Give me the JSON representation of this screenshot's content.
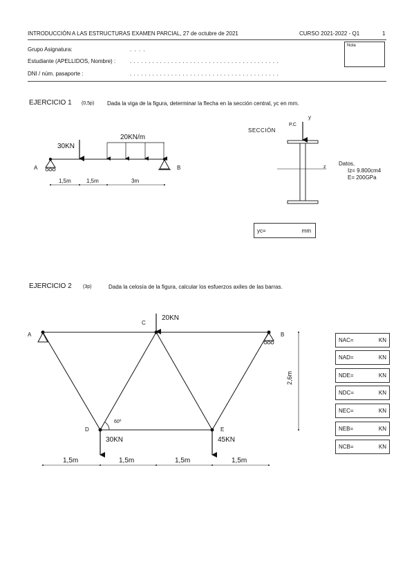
{
  "header": {
    "title": "INTRODUCCIÓN A LAS ESTRUCTURAS EXAMEN PARCIAL, 27 de octubre de 2021",
    "curso": "CURSO  2021-2022 -  Q1",
    "page": "1",
    "nota": "Nota",
    "fields": [
      {
        "label": "Grupo Asignatura:",
        "dots": ". . . ."
      },
      {
        "label": "Estudiante (APELLIDOS, Nombre) :",
        "dots": ". . . . . . . . . . . . . . . . . . . . . . . . . . . . . . . . . . . . . . . ."
      },
      {
        "label": "DNI / núm. pasaporte :",
        "dots": ". . . . . . . . . . . . . . . . . . . . . . . . . . . . . . . . . . . . . . . ."
      }
    ]
  },
  "ex1": {
    "title": "EJERCICIO 1",
    "points": "(0,5p)",
    "statement": "Dada la viga de la figura, determinar la flecha en la sección central, yc en mm.",
    "load_point": "30KN",
    "load_dist": "20KN/m",
    "support_a": "A",
    "support_b": "B",
    "dims": [
      "1,5m",
      "1,5m",
      "3m"
    ],
    "section_title": "SECCIÓN",
    "section_pc": "P.C",
    "section_y": "y",
    "section_z": "z",
    "datos_title": "Datos,",
    "datos_iz": "Iz= 9.800cm4",
    "datos_e": "E= 200GPa",
    "answer_label": "yc=",
    "answer_unit": "mm"
  },
  "ex2": {
    "title": "EJERCICIO 2",
    "points": "(3p)",
    "statement": "Dada la celosía de la figura, calcular los esfuerzos axiles de las barras.",
    "nodes": {
      "A": "A",
      "B": "B",
      "C": "C",
      "D": "D",
      "E": "E"
    },
    "load_c": "20KN",
    "load_d": "30KN",
    "load_e": "45KN",
    "angle": "60º",
    "height": "2,6m",
    "dims": [
      "1,5m",
      "1,5m",
      "1,5m",
      "1,5m"
    ],
    "answers": [
      {
        "label": "NAC=",
        "unit": "KN"
      },
      {
        "label": "NAD=",
        "unit": "KN"
      },
      {
        "label": "NDE=",
        "unit": "KN"
      },
      {
        "label": "NDC=",
        "unit": "KN"
      },
      {
        "label": "NEC=",
        "unit": "KN"
      },
      {
        "label": "NEB=",
        "unit": "KN"
      },
      {
        "label": "NCB=",
        "unit": "KN"
      }
    ]
  }
}
